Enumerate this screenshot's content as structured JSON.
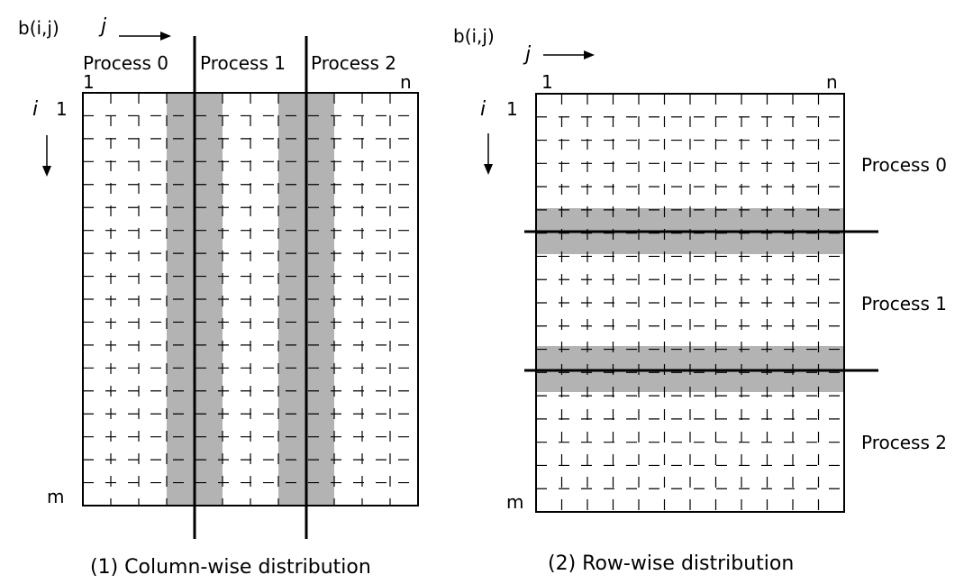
{
  "left_panel": {
    "matrix_label": "b(i,j)",
    "j_symbol": "j",
    "i_symbol": "i",
    "col_first": "1",
    "row_first": "1",
    "row_last": "m",
    "process_labels": [
      "Process 0",
      "Process 1",
      "Process 2"
    ],
    "caption": "(1) Column-wise distribution"
  },
  "right_panel": {
    "matrix_label": "b(i,j)",
    "j_symbol": "j",
    "i_symbol": "i",
    "col_first": "1",
    "col_last": "n",
    "row_first": "1",
    "row_last": "m",
    "process_labels": [
      "Process 0",
      "Process 1",
      "Process 2"
    ],
    "caption": "(2) Row-wise distribution"
  },
  "left_col_last": "n",
  "colors": {
    "shade": "#b3b3b3",
    "line": "#000000",
    "background": "#ffffff"
  }
}
